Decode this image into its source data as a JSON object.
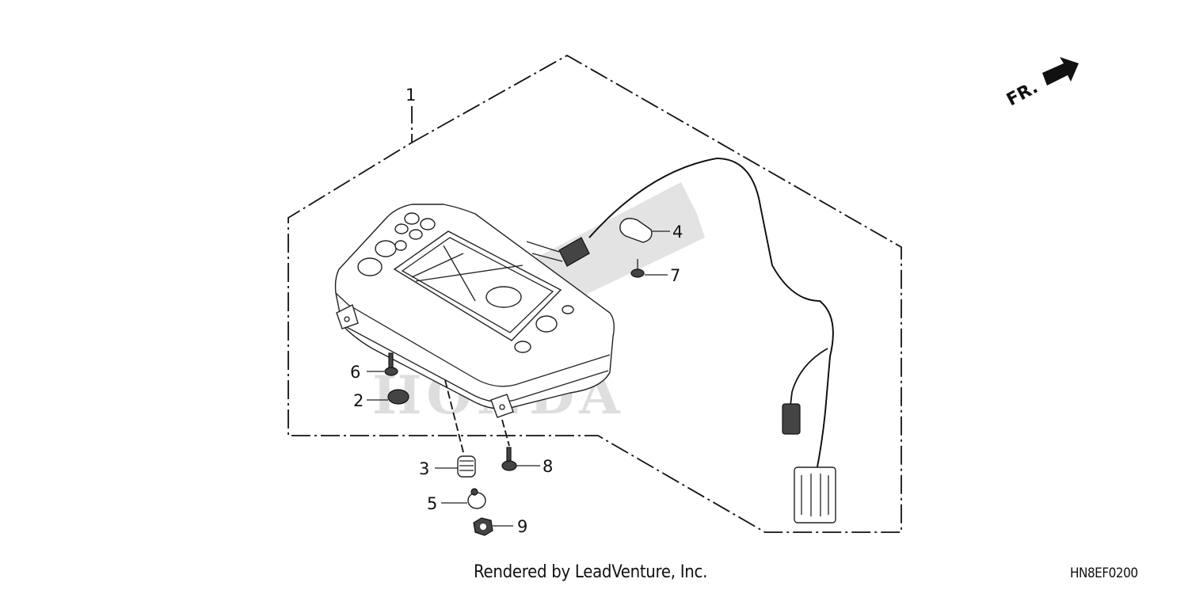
{
  "diagram": {
    "callouts": [
      {
        "id": "1",
        "label": "1"
      },
      {
        "id": "2",
        "label": "2"
      },
      {
        "id": "3",
        "label": "3"
      },
      {
        "id": "4",
        "label": "4"
      },
      {
        "id": "5",
        "label": "5"
      },
      {
        "id": "6",
        "label": "6"
      },
      {
        "id": "7",
        "label": "7"
      },
      {
        "id": "8",
        "label": "8"
      },
      {
        "id": "9",
        "label": "9"
      }
    ],
    "direction_label": "FR.",
    "watermark": "HONDA",
    "credit": "Rendered by LeadVenture, Inc.",
    "diagram_code": "HN8EF0200"
  }
}
